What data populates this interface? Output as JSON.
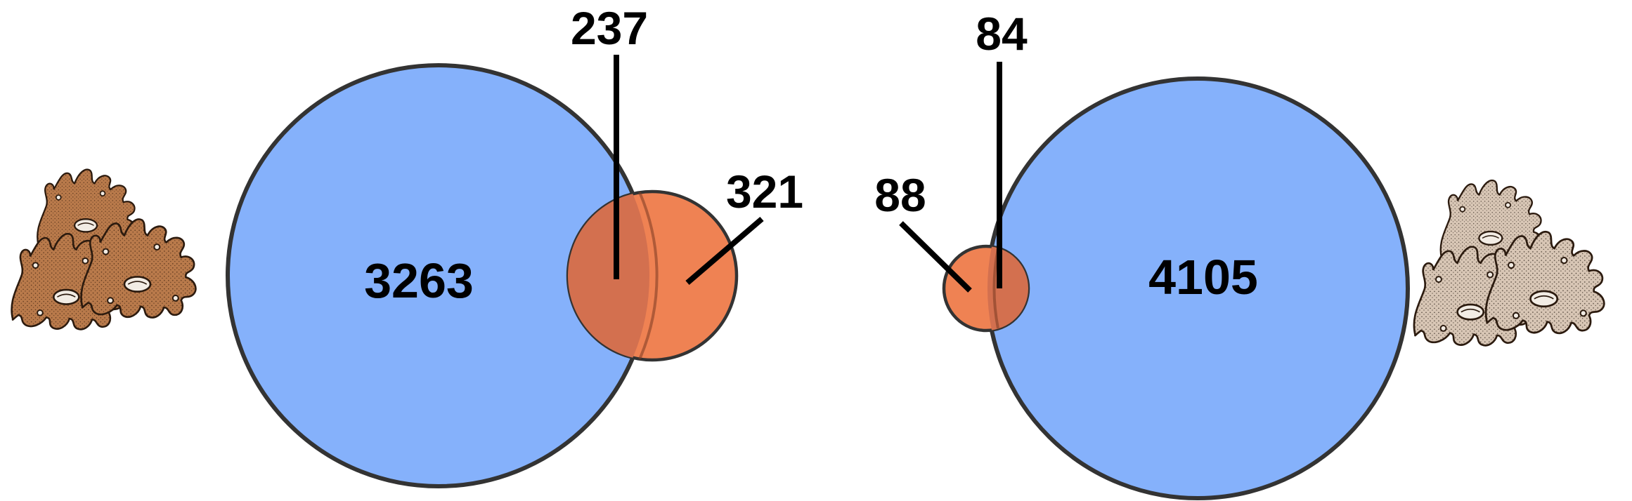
{
  "left_venn": {
    "only_large": "3263",
    "overlap": "237",
    "only_small": "321",
    "icon": "coral-colony-icon",
    "icon_tone": "brown"
  },
  "right_venn": {
    "only_small": "88",
    "overlap": "84",
    "only_large": "4105",
    "icon": "coral-colony-icon",
    "icon_tone": "pale-beige"
  },
  "colors": {
    "large_set": "#85b1fb",
    "small_set": "#ef8253",
    "overlap": "#d3704f",
    "outline": "#333333",
    "leader": "#000000",
    "coral_brown": "#b97a4b",
    "coral_pale": "#d8c6b5"
  }
}
